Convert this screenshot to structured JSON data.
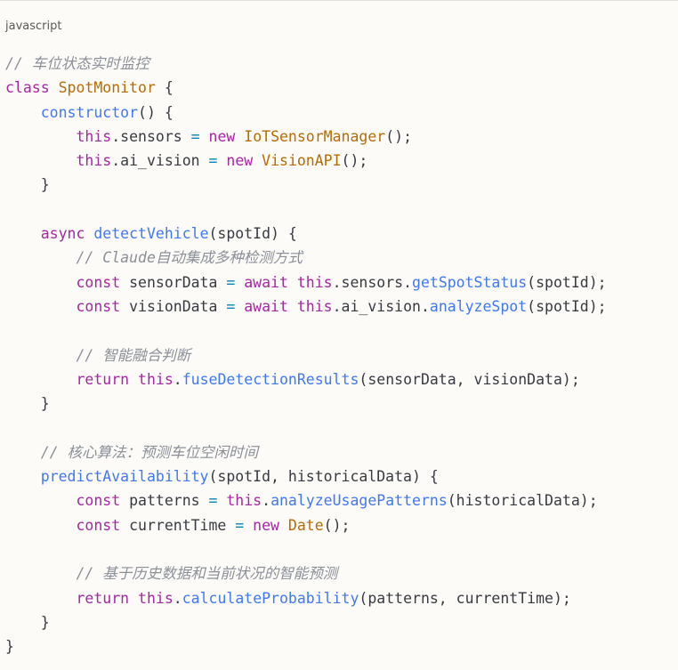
{
  "code_block": {
    "language": "javascript",
    "colors": {
      "comment": "#8a8f98",
      "keyword": "#a626a4",
      "class": "#b86b00",
      "function": "#4078f2",
      "operator": "#0184bc",
      "text": "#383a42",
      "background": "#fcfbf8"
    },
    "lines": [
      [
        {
          "t": "comment",
          "v": "// 车位状态实时监控"
        }
      ],
      [
        {
          "t": "keyword",
          "v": "class"
        },
        {
          "t": "ident",
          "v": " "
        },
        {
          "t": "class",
          "v": "SpotMonitor"
        },
        {
          "t": "punct",
          "v": " {"
        }
      ],
      [
        {
          "t": "ident",
          "v": "    "
        },
        {
          "t": "func",
          "v": "constructor"
        },
        {
          "t": "punct",
          "v": "() {"
        }
      ],
      [
        {
          "t": "ident",
          "v": "        "
        },
        {
          "t": "keyword",
          "v": "this"
        },
        {
          "t": "ident",
          "v": ".sensors "
        },
        {
          "t": "op",
          "v": "="
        },
        {
          "t": "ident",
          "v": " "
        },
        {
          "t": "keyword",
          "v": "new"
        },
        {
          "t": "ident",
          "v": " "
        },
        {
          "t": "class",
          "v": "IoTSensorManager"
        },
        {
          "t": "punct",
          "v": "();"
        }
      ],
      [
        {
          "t": "ident",
          "v": "        "
        },
        {
          "t": "keyword",
          "v": "this"
        },
        {
          "t": "ident",
          "v": ".ai_vision "
        },
        {
          "t": "op",
          "v": "="
        },
        {
          "t": "ident",
          "v": " "
        },
        {
          "t": "keyword",
          "v": "new"
        },
        {
          "t": "ident",
          "v": " "
        },
        {
          "t": "class",
          "v": "VisionAPI"
        },
        {
          "t": "punct",
          "v": "();"
        }
      ],
      [
        {
          "t": "ident",
          "v": "    "
        },
        {
          "t": "punct",
          "v": "}"
        }
      ],
      [],
      [
        {
          "t": "ident",
          "v": "    "
        },
        {
          "t": "keyword",
          "v": "async"
        },
        {
          "t": "ident",
          "v": " "
        },
        {
          "t": "func",
          "v": "detectVehicle"
        },
        {
          "t": "punct",
          "v": "(spotId) {"
        }
      ],
      [
        {
          "t": "ident",
          "v": "        "
        },
        {
          "t": "comment",
          "v": "// Claude自动集成多种检测方式"
        }
      ],
      [
        {
          "t": "ident",
          "v": "        "
        },
        {
          "t": "keyword",
          "v": "const"
        },
        {
          "t": "ident",
          "v": " sensorData "
        },
        {
          "t": "op",
          "v": "="
        },
        {
          "t": "ident",
          "v": " "
        },
        {
          "t": "keyword",
          "v": "await"
        },
        {
          "t": "ident",
          "v": " "
        },
        {
          "t": "keyword",
          "v": "this"
        },
        {
          "t": "ident",
          "v": ".sensors."
        },
        {
          "t": "func",
          "v": "getSpotStatus"
        },
        {
          "t": "punct",
          "v": "(spotId);"
        }
      ],
      [
        {
          "t": "ident",
          "v": "        "
        },
        {
          "t": "keyword",
          "v": "const"
        },
        {
          "t": "ident",
          "v": " visionData "
        },
        {
          "t": "op",
          "v": "="
        },
        {
          "t": "ident",
          "v": " "
        },
        {
          "t": "keyword",
          "v": "await"
        },
        {
          "t": "ident",
          "v": " "
        },
        {
          "t": "keyword",
          "v": "this"
        },
        {
          "t": "ident",
          "v": ".ai_vision."
        },
        {
          "t": "func",
          "v": "analyzeSpot"
        },
        {
          "t": "punct",
          "v": "(spotId);"
        }
      ],
      [],
      [
        {
          "t": "ident",
          "v": "        "
        },
        {
          "t": "comment",
          "v": "// 智能融合判断"
        }
      ],
      [
        {
          "t": "ident",
          "v": "        "
        },
        {
          "t": "keyword",
          "v": "return"
        },
        {
          "t": "ident",
          "v": " "
        },
        {
          "t": "keyword",
          "v": "this"
        },
        {
          "t": "ident",
          "v": "."
        },
        {
          "t": "func",
          "v": "fuseDetectionResults"
        },
        {
          "t": "punct",
          "v": "(sensorData, visionData);"
        }
      ],
      [
        {
          "t": "ident",
          "v": "    "
        },
        {
          "t": "punct",
          "v": "}"
        }
      ],
      [],
      [
        {
          "t": "ident",
          "v": "    "
        },
        {
          "t": "comment",
          "v": "// 核心算法：预测车位空闲时间"
        }
      ],
      [
        {
          "t": "ident",
          "v": "    "
        },
        {
          "t": "func",
          "v": "predictAvailability"
        },
        {
          "t": "punct",
          "v": "(spotId, historicalData) {"
        }
      ],
      [
        {
          "t": "ident",
          "v": "        "
        },
        {
          "t": "keyword",
          "v": "const"
        },
        {
          "t": "ident",
          "v": " patterns "
        },
        {
          "t": "op",
          "v": "="
        },
        {
          "t": "ident",
          "v": " "
        },
        {
          "t": "keyword",
          "v": "this"
        },
        {
          "t": "ident",
          "v": "."
        },
        {
          "t": "func",
          "v": "analyzeUsagePatterns"
        },
        {
          "t": "punct",
          "v": "(historicalData);"
        }
      ],
      [
        {
          "t": "ident",
          "v": "        "
        },
        {
          "t": "keyword",
          "v": "const"
        },
        {
          "t": "ident",
          "v": " currentTime "
        },
        {
          "t": "op",
          "v": "="
        },
        {
          "t": "ident",
          "v": " "
        },
        {
          "t": "keyword",
          "v": "new"
        },
        {
          "t": "ident",
          "v": " "
        },
        {
          "t": "class",
          "v": "Date"
        },
        {
          "t": "punct",
          "v": "();"
        }
      ],
      [],
      [
        {
          "t": "ident",
          "v": "        "
        },
        {
          "t": "comment",
          "v": "// 基于历史数据和当前状况的智能预测"
        }
      ],
      [
        {
          "t": "ident",
          "v": "        "
        },
        {
          "t": "keyword",
          "v": "return"
        },
        {
          "t": "ident",
          "v": " "
        },
        {
          "t": "keyword",
          "v": "this"
        },
        {
          "t": "ident",
          "v": "."
        },
        {
          "t": "func",
          "v": "calculateProbability"
        },
        {
          "t": "punct",
          "v": "(patterns, currentTime);"
        }
      ],
      [
        {
          "t": "ident",
          "v": "    "
        },
        {
          "t": "punct",
          "v": "}"
        }
      ],
      [
        {
          "t": "punct",
          "v": "}"
        }
      ]
    ]
  }
}
